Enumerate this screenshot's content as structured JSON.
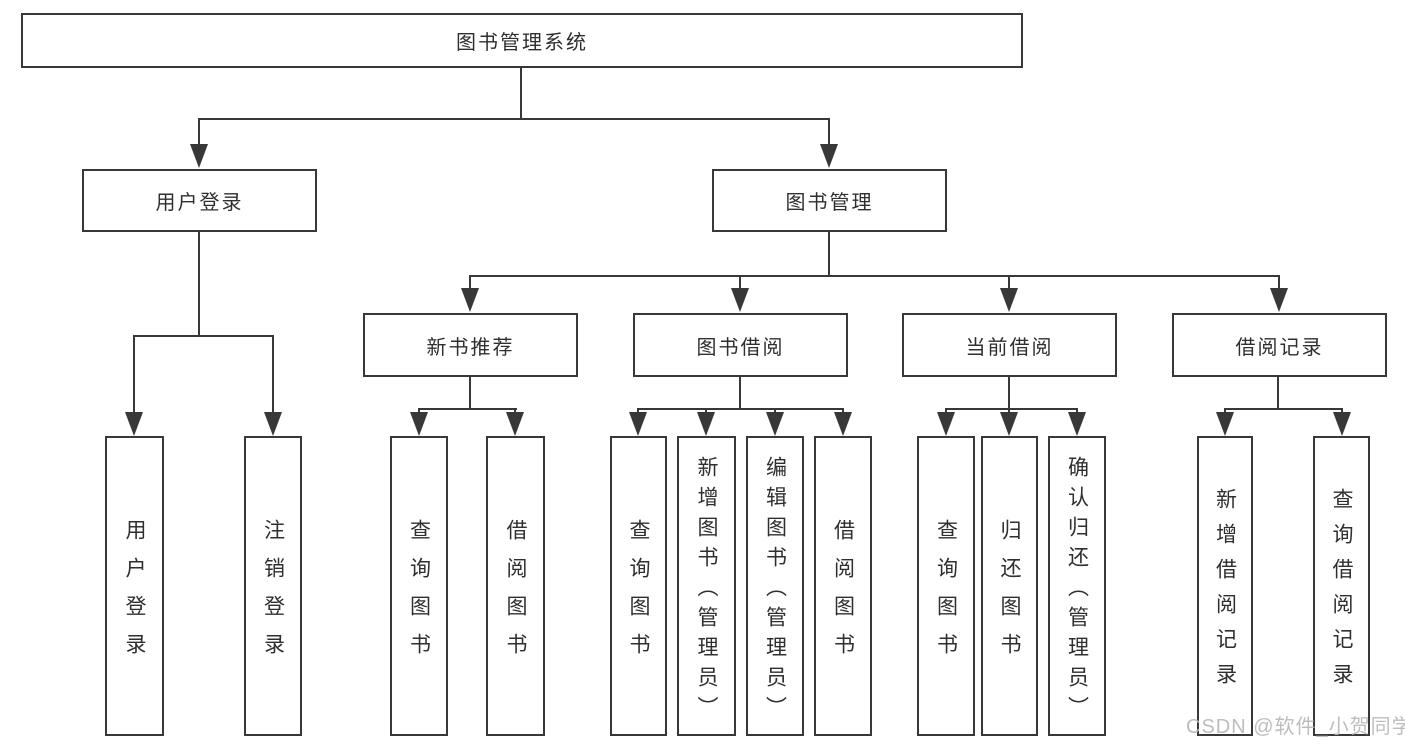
{
  "diagram": {
    "root": "图书管理系统",
    "level2": {
      "user": "用户登录",
      "book": "图书管理"
    },
    "level3": {
      "newbook": "新书推荐",
      "borrow": "图书借阅",
      "current": "当前借阅",
      "record": "借阅记录"
    },
    "leaves": {
      "user": [
        "用户登录",
        "注销登录"
      ],
      "newbook": [
        "查询图书",
        "借阅图书"
      ],
      "borrow": [
        "查询图书",
        "新增图书（管理员）",
        "编辑图书（管理员）",
        "借阅图书"
      ],
      "current": [
        "查询图书",
        "归还图书",
        "确认归还（管理员）"
      ],
      "record": [
        "新增借阅记录",
        "查询借阅记录"
      ]
    }
  },
  "watermark": "CSDN @软件_小贺同学",
  "colors": {
    "line": "#383838",
    "text": "#2f2f2f",
    "watermark": "#b6b6b6",
    "background": "#ffffff"
  }
}
